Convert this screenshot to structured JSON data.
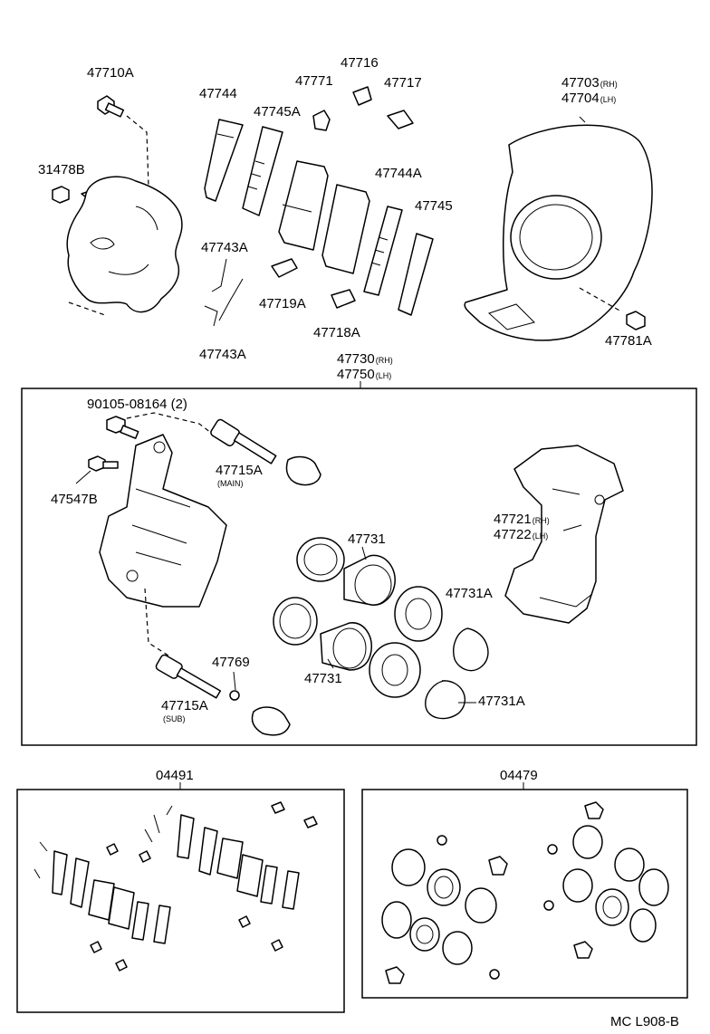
{
  "labels": {
    "p47710A": "47710A",
    "p31478B": "31478B",
    "p47744": "47744",
    "p47745A": "47745A",
    "p47771": "47771",
    "p47716": "47716",
    "p47717": "47717",
    "p47744A": "47744A",
    "p47745": "47745",
    "p47743A_top": "47743A",
    "p47719A": "47719A",
    "p47718A": "47718A",
    "p47743A_bottom": "47743A",
    "p47703": "47703",
    "p47703_side": "(RH)",
    "p47704": "47704",
    "p47704_side": "(LH)",
    "p47781A": "47781A",
    "p47730": "47730",
    "p47730_side": "(RH)",
    "p47750": "47750",
    "p47750_side": "(LH)",
    "p90105": "90105-08164  (2)",
    "p47547B": "47547B",
    "p47715A_main": "47715A",
    "p47715A_main_note": "(MAIN)",
    "p47731_top": "47731",
    "p47721": "47721",
    "p47721_side": "(RH)",
    "p47722": "47722",
    "p47722_side": "(LH)",
    "p47731A_upper": "47731A",
    "p47769": "47769",
    "p47715A_sub": "47715A",
    "p47715A_sub_note": "(SUB)",
    "p47731_bottom": "47731",
    "p47731A_lower": "47731A",
    "kit04491": "04491",
    "kit04479": "04479",
    "figure_code": "MC L908-B"
  }
}
